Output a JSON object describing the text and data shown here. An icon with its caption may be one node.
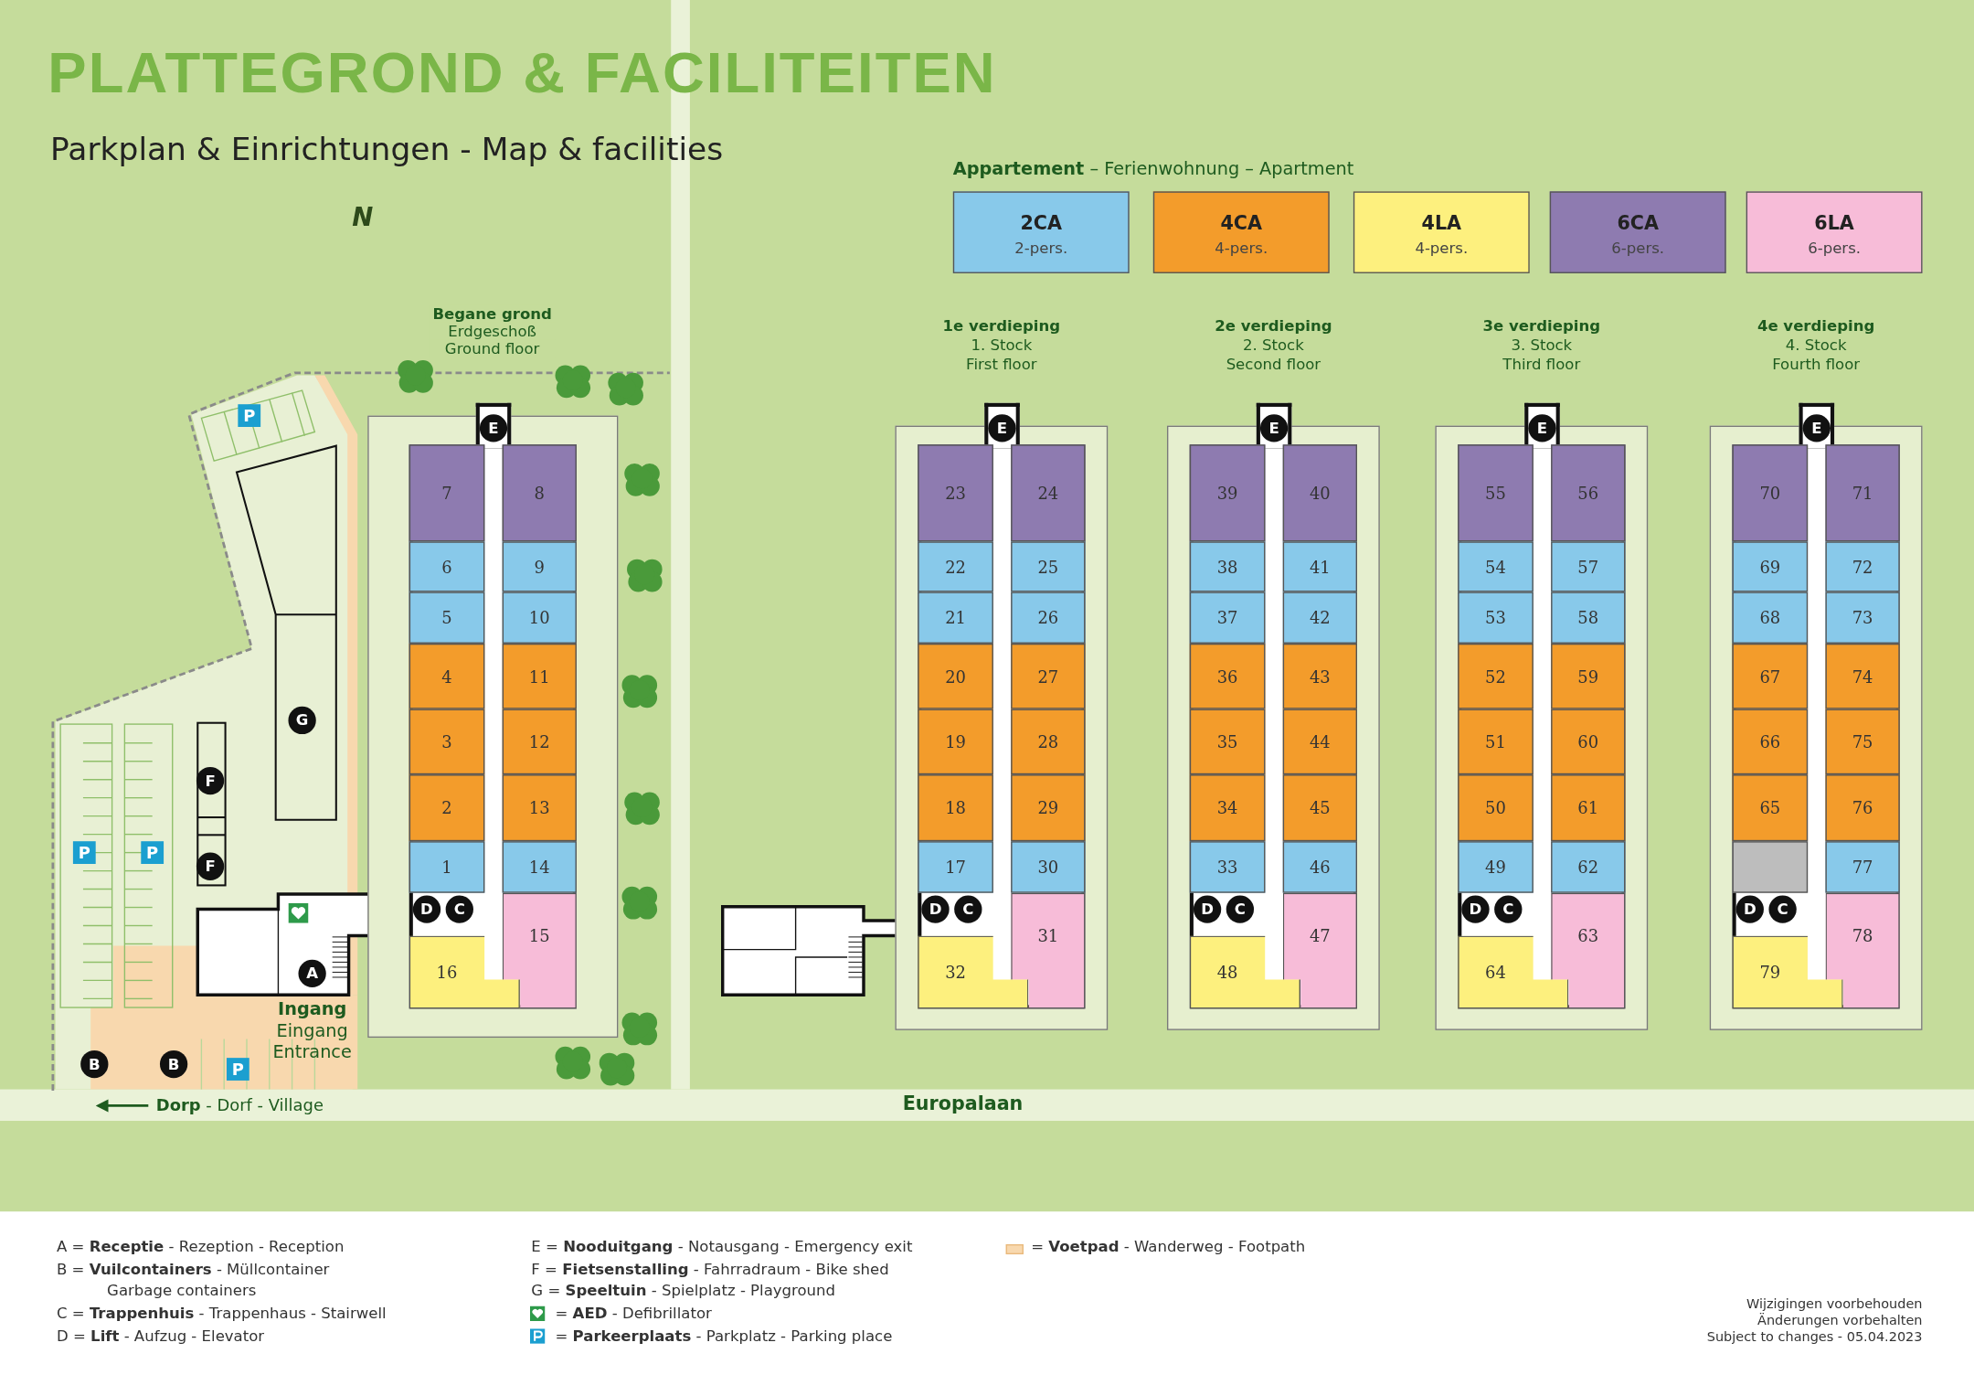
{
  "diagram": {
    "title": "PLATTEGROND & FACILITEITEN",
    "nodes": [
      {
        "text": [
          "2CA",
          "2-pers."
        ]
      },
      {
        "text": [
          "4CA",
          "4-pers."
        ]
      },
      {
        "text": [
          "4LA",
          "4-pers."
        ]
      },
      {
        "text": [
          "6CA",
          "6-pers."
        ]
      },
      {
        "text": [
          "6LA",
          "6-pers."
        ]
      },
      {
        "text": [
          "Begane grond",
          "Erdgeschoß",
          "Ground floor"
        ]
      },
      {
        "text": [
          "E"
        ],
        "in": 5
      },
      {
        "text": [
          "7"
        ],
        "in": 5
      },
      {
        "text": [
          "8"
        ],
        "in": 5
      },
      {
        "text": [
          "6"
        ],
        "in": 5
      },
      {
        "text": [
          "9"
        ],
        "in": 5
      },
      {
        "text": [
          "5"
        ],
        "in": 5
      },
      {
        "text": [
          "10"
        ],
        "in": 5
      },
      {
        "text": [
          "4"
        ],
        "in": 5
      },
      {
        "text": [
          "11"
        ],
        "in": 5
      },
      {
        "text": [
          "3"
        ],
        "in": 5
      },
      {
        "text": [
          "12"
        ],
        "in": 5
      },
      {
        "text": [
          "2"
        ],
        "in": 5
      },
      {
        "text": [
          "13"
        ],
        "in": 5
      },
      {
        "text": [
          "1"
        ],
        "in": 5
      },
      {
        "text": [
          "14"
        ],
        "in": 5
      },
      {
        "text": [
          "D"
        ],
        "in": 5
      },
      {
        "text": [
          "C"
        ],
        "in": 5
      },
      {
        "text": [
          "15"
        ],
        "in": 5
      },
      {
        "text": [
          "16"
        ],
        "in": 5
      },
      {
        "text": [
          "1e verdieping",
          "1. Stock",
          "First floor"
        ]
      },
      {
        "text": [
          "E"
        ],
        "in": 25
      },
      {
        "text": [
          "23"
        ],
        "in": 25
      },
      {
        "text": [
          "24"
        ],
        "in": 25
      },
      {
        "text": [
          "22"
        ],
        "in": 25
      },
      {
        "text": [
          "25"
        ],
        "in": 25
      },
      {
        "text": [
          "21"
        ],
        "in": 25
      },
      {
        "text": [
          "26"
        ],
        "in": 25
      },
      {
        "text": [
          "20"
        ],
        "in": 25
      },
      {
        "text": [
          "27"
        ],
        "in": 25
      },
      {
        "text": [
          "19"
        ],
        "in": 25
      },
      {
        "text": [
          "28"
        ],
        "in": 25
      },
      {
        "text": [
          "18"
        ],
        "in": 25
      },
      {
        "text": [
          "29"
        ],
        "in": 25
      },
      {
        "text": [
          "17"
        ],
        "in": 25
      },
      {
        "text": [
          "30"
        ],
        "in": 25
      },
      {
        "text": [
          "D"
        ],
        "in": 25
      },
      {
        "text": [
          "C"
        ],
        "in": 25
      },
      {
        "text": [
          "31"
        ],
        "in": 25
      },
      {
        "text": [
          "32"
        ],
        "in": 25
      },
      {
        "text": [
          "2e verdieping",
          "2. Stock",
          "Second floor"
        ]
      },
      {
        "text": [
          "E"
        ],
        "in": 45
      },
      {
        "text": [
          "39"
        ],
        "in": 45
      },
      {
        "text": [
          "40"
        ],
        "in": 45
      },
      {
        "text": [
          "38"
        ],
        "in": 45
      },
      {
        "text": [
          "41"
        ],
        "in": 45
      },
      {
        "text": [
          "37"
        ],
        "in": 45
      },
      {
        "text": [
          "42"
        ],
        "in": 45
      },
      {
        "text": [
          "36"
        ],
        "in": 45
      },
      {
        "text": [
          "43"
        ],
        "in": 45
      },
      {
        "text": [
          "35"
        ],
        "in": 45
      },
      {
        "text": [
          "44"
        ],
        "in": 45
      },
      {
        "text": [
          "34"
        ],
        "in": 45
      },
      {
        "text": [
          "45"
        ],
        "in": 45
      },
      {
        "text": [
          "33"
        ],
        "in": 45
      },
      {
        "text": [
          "46"
        ],
        "in": 45
      },
      {
        "text": [
          "D"
        ],
        "in": 45
      },
      {
        "text": [
          "C"
        ],
        "in": 45
      },
      {
        "text": [
          "47"
        ],
        "in": 45
      },
      {
        "text": [
          "48"
        ],
        "in": 45
      },
      {
        "text": [
          "3e verdieping",
          "3. Stock",
          "Third floor"
        ]
      },
      {
        "text": [
          "E"
        ],
        "in": 65
      },
      {
        "text": [
          "55"
        ],
        "in": 65
      },
      {
        "text": [
          "56"
        ],
        "in": 65
      },
      {
        "text": [
          "54"
        ],
        "in": 65
      },
      {
        "text": [
          "57"
        ],
        "in": 65
      },
      {
        "text": [
          "53"
        ],
        "in": 65
      },
      {
        "text": [
          "58"
        ],
        "in": 65
      },
      {
        "text": [
          "52"
        ],
        "in": 65
      },
      {
        "text": [
          "59"
        ],
        "in": 65
      },
      {
        "text": [
          "51"
        ],
        "in": 65
      },
      {
        "text": [
          "60"
        ],
        "in": 65
      },
      {
        "text": [
          "50"
        ],
        "in": 65
      },
      {
        "text": [
          "61"
        ],
        "in": 65
      },
      {
        "text": [
          "49"
        ],
        "in": 65
      },
      {
        "text": [
          "62"
        ],
        "in": 65
      },
      {
        "text": [
          "D"
        ],
        "in": 65
      },
      {
        "text": [
          "C"
        ],
        "in": 65
      },
      {
        "text": [
          "63"
        ],
        "in": 65
      },
      {
        "text": [
          "64"
        ],
        "in": 65
      },
      {
        "text": [
          "4e verdieping",
          "4. Stock",
          "Fourth floor"
        ]
      },
      {
        "text": [
          "E"
        ],
        "in": 85
      },
      {
        "text": [
          "70"
        ],
        "in": 85
      },
      {
        "text": [
          "71"
        ],
        "in": 85
      },
      {
        "text": [
          "69"
        ],
        "in": 85
      },
      {
        "text": [
          "72"
        ],
        "in": 85
      },
      {
        "text": [
          "68"
        ],
        "in": 85
      },
      {
        "text": [
          "73"
        ],
        "in": 85
      },
      {
        "text": [
          "67"
        ],
        "in": 85
      },
      {
        "text": [
          "74"
        ],
        "in": 85
      },
      {
        "text": [
          "66"
        ],
        "in": 85
      },
      {
        "text": [
          "75"
        ],
        "in": 85
      },
      {
        "text": [
          "65"
        ],
        "in": 85
      },
      {
        "text": [
          "76"
        ],
        "in": 85
      },
      {
        "text": [],
        "shape": "box",
        "in": 85
      },
      {
        "text": [
          "77"
        ],
        "in": 85
      },
      {
        "text": [
          "D"
        ],
        "in": 85
      },
      {
        "text": [
          "C"
        ],
        "in": 85
      },
      {
        "text": [
          "78"
        ],
        "in": 85
      },
      {
        "text": [
          "79"
        ],
        "in": 85
      },
      {
        "text": [
          "P"
        ]
      },
      {
        "text": [
          "G"
        ]
      },
      {
        "text": [
          "F"
        ]
      },
      {
        "text": [
          "F"
        ]
      },
      {
        "text": [
          "P"
        ]
      },
      {
        "text": [
          "P"
        ]
      },
      {
        "text": [
          "A"
        ]
      },
      {
        "text": [
          "B"
        ]
      },
      {
        "text": [
          "B"
        ]
      },
      {
        "text": [
          "P"
        ]
      }
    ],
    "labels": [
      "Parkplan & Einrichtungen - Map & facilities",
      "N",
      "**Appartement** – Ferienwohnung – Apartment",
      "Ingang",
      "Eingang",
      "Entrance",
      "**Dorp** - Dorf - Village",
      "Europalaan",
      "A = **Receptie** - Rezeption - Reception",
      "B = **Vuilcontainers** - Müllcontainer",
      "Garbage containers",
      "C = **Trappenhuis** - Trappenhaus - Stairwell",
      "D = **Lift** - Aufzug - Elevator",
      "E = **Nooduitgang** - Notausgang - Emergency exit",
      "F = **Fietsenstalling** - Fahrradraum - Bike shed",
      "G = **Speeltuin** - Spielplatz - Playground",
      "Wijzigingen voorbehouden",
      "Änderungen vorbehalten",
      "Subject to changes - 05.04.2023"
    ],
    "legend": [
      {
        "text": "= **AED** - Defibrillator"
      },
      {
        "text": "= **Parkeerplaats** - Parkplatz - Parking place"
      },
      {
        "text": "= **Voetpad** - Wanderweg - Footpath",
        "color": "#f8d8ae"
      }
    ]
  }
}
